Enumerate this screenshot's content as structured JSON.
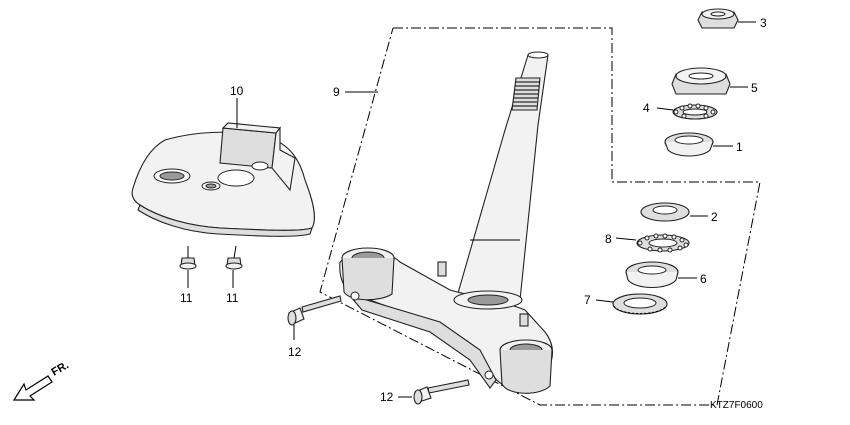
{
  "diagram": {
    "drawing_code": "KTZ7F0600",
    "direction_label": "FR.",
    "callouts": {
      "p1": "1",
      "p2": "2",
      "p3": "3",
      "p4": "4",
      "p5": "5",
      "p6": "6",
      "p7": "7",
      "p8": "8",
      "p9": "9",
      "p10": "10",
      "p11a": "11",
      "p11b": "11",
      "p12a": "12",
      "p12b": "12"
    }
  }
}
